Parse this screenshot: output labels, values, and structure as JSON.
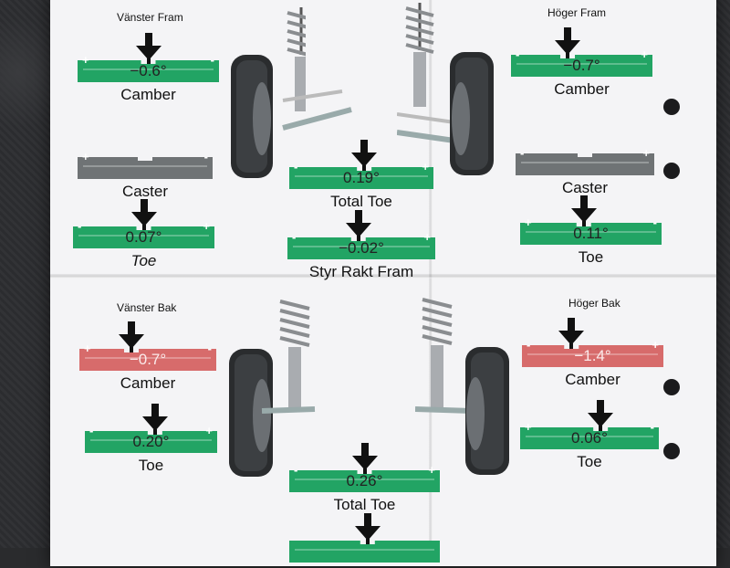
{
  "labels": {
    "front_left": "Vänster Fram",
    "front_right": "Höger Fram",
    "rear_left": "Vänster Bak",
    "rear_right": "Höger Bak"
  },
  "front_left": {
    "camber": {
      "value": "−0.6°",
      "caption": "Camber",
      "color": "#22a464"
    },
    "caster": {
      "value": "",
      "caption": "Caster",
      "color": "#6f7375"
    },
    "toe": {
      "value": "0.07°",
      "caption": "Toe",
      "color": "#22a464"
    }
  },
  "front_right": {
    "camber": {
      "value": "−0.7°",
      "caption": "Camber",
      "color": "#22a464"
    },
    "caster": {
      "value": "",
      "caption": "Caster",
      "color": "#6f7375"
    },
    "toe": {
      "value": "0.11°",
      "caption": "Toe",
      "color": "#22a464"
    }
  },
  "front_center": {
    "total_toe": {
      "value": "0.19°",
      "caption": "Total Toe",
      "color": "#22a464"
    },
    "straight": {
      "value": "−0.02°",
      "caption": "Styr Rakt Fram",
      "color": "#22a464"
    }
  },
  "rear_left": {
    "camber": {
      "value": "−0.7°",
      "caption": "Camber",
      "color": "#d76b6b"
    },
    "toe": {
      "value": "0.20°",
      "caption": "Toe",
      "color": "#22a464"
    }
  },
  "rear_right": {
    "camber": {
      "value": "−1.4°",
      "caption": "Camber",
      "color": "#d76b6b"
    },
    "toe": {
      "value": "0.06°",
      "caption": "Toe",
      "color": "#22a464"
    }
  },
  "rear_center": {
    "total_toe": {
      "value": "0.26°",
      "caption": "Total Toe",
      "color": "#22a464"
    }
  },
  "icons": {
    "pointer": "down-arrow-icon",
    "wheel": "wheel-icon",
    "spring": "coil-spring-icon"
  }
}
